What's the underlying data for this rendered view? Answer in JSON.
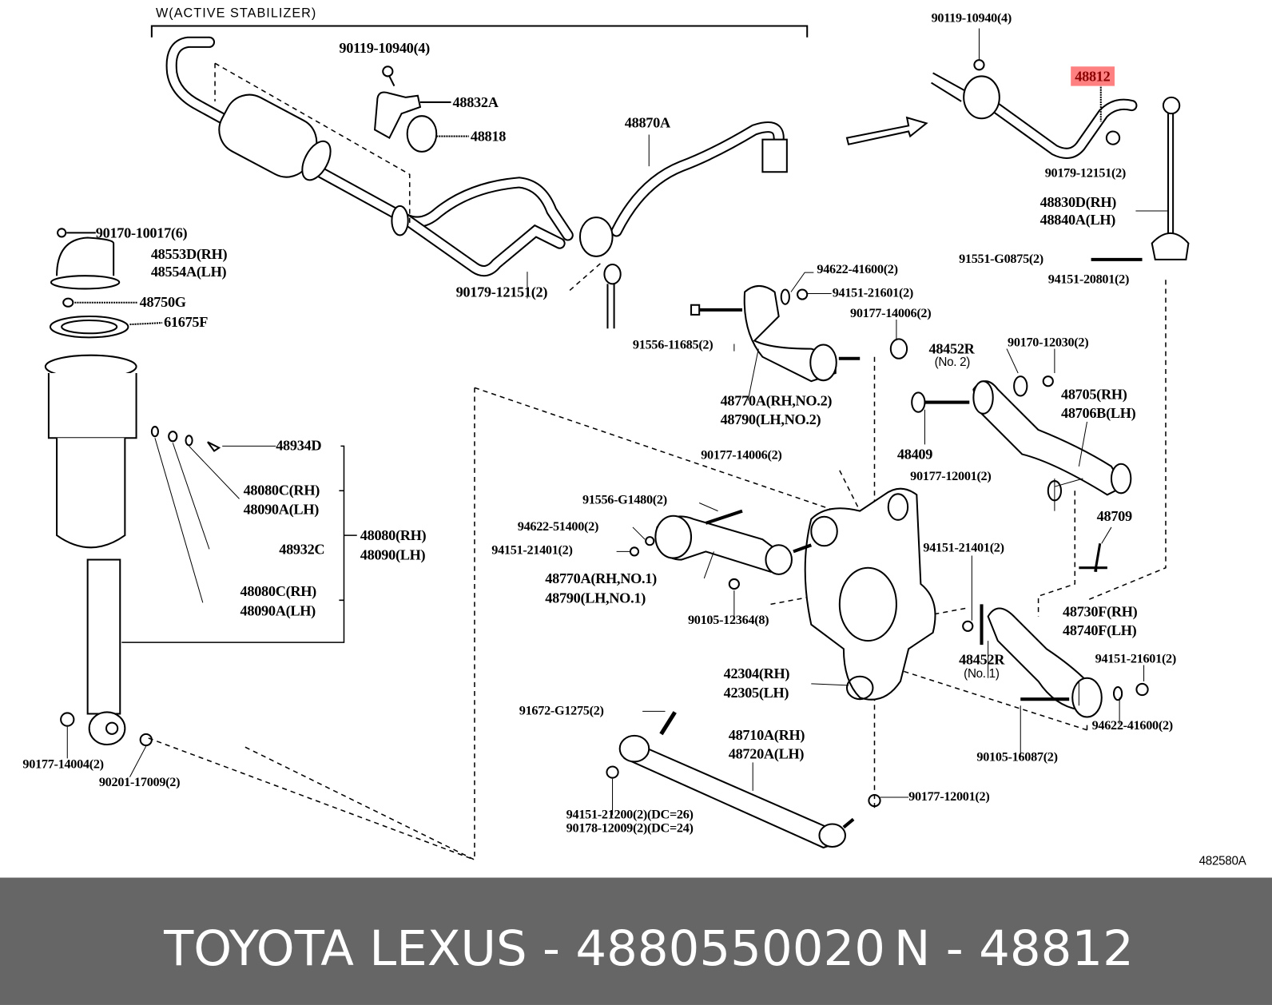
{
  "diagram": {
    "section_title": "W(ACTIVE STABILIZER)",
    "highlighted_part": "48812",
    "highlight_color": "#ff8080",
    "figure_code": "482580A",
    "labels": [
      "90119-10940(4)",
      "48832A",
      "48818",
      "48870A",
      "90179-12151(2)",
      "90170-10017(6)",
      "48553D(RH)",
      "48554A(LH)",
      "48750G",
      "61675F",
      "48934D",
      "48080C(RH)",
      "48090A(LH)",
      "48932C",
      "48080(RH)",
      "48090(LH)",
      "48080C(RH)",
      "48090A(LH)",
      "90177-14004(2)",
      "90201-17009(2)",
      "90119-10940(4)",
      "90179-12151(2)",
      "48830D(RH)",
      "48840A(LH)",
      "91551-G0875(2)",
      "94151-20801(2)",
      "94622-41600(2)",
      "94151-21601(2)",
      "90177-14006(2)",
      "91556-11685(2)",
      "48452R",
      "(No. 2)",
      "90170-12030(2)",
      "48770A(RH,NO.2)",
      "48790(LH,NO.2)",
      "48705(RH)",
      "48706B(LH)",
      "48409",
      "90177-14006(2)",
      "90177-12001(2)",
      "91556-G1480(2)",
      "48709",
      "94622-51400(2)",
      "94151-21401(2)",
      "94151-21401(2)",
      "48770A(RH,NO.1)",
      "48790(LH,NO.1)",
      "90105-12364(8)",
      "48730F(RH)",
      "48740F(LH)",
      "94151-21601(2)",
      "48452R",
      "(No. 1)",
      "42304(RH)",
      "42305(LH)",
      "91672-G1275(2)",
      "48710A(RH)",
      "48720A(LH)",
      "94622-41600(2)",
      "90105-16087(2)",
      "90177-12001(2)",
      "94151-21200(2)(DC=26)",
      "90178-12009(2)(DC=24)"
    ]
  },
  "footer": {
    "title": "TOYOTA LEXUS - 4880550020",
    "part": "N - 48812",
    "background": "#666666"
  }
}
